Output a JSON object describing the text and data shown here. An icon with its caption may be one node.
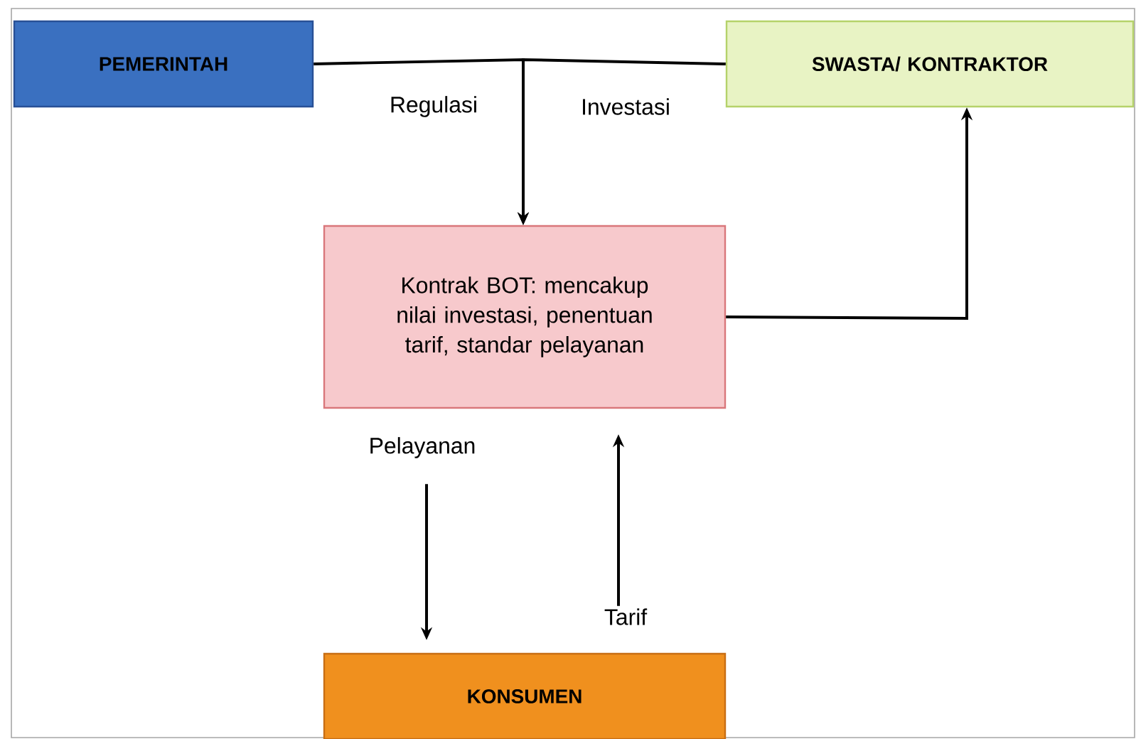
{
  "diagram": {
    "nodes": [
      {
        "text": [
          "PEMERINTAH"
        ]
      },
      {
        "text": [
          "SWASTA/ KONTRAKTOR"
        ]
      },
      {
        "text": [
          "Kontrak BOT: mencakup nilai investasi, penentuan tarif, standar pelayanan"
        ]
      },
      {
        "text": [
          "KONSUMEN"
        ]
      }
    ],
    "edges": [
      {
        "from": 0,
        "to": 2,
        "arrow": "to",
        "label": "Regulasi"
      },
      {
        "from": 1,
        "to": 2,
        "arrow": "to",
        "label": "Investasi"
      },
      {
        "from": 2,
        "to": 1,
        "arrow": "to"
      },
      {
        "from": 2,
        "to": 3,
        "arrow": "to",
        "label": "Pelayanan"
      },
      {
        "from": 3,
        "to": 2,
        "arrow": "to",
        "label": "Tarif"
      }
    ]
  }
}
